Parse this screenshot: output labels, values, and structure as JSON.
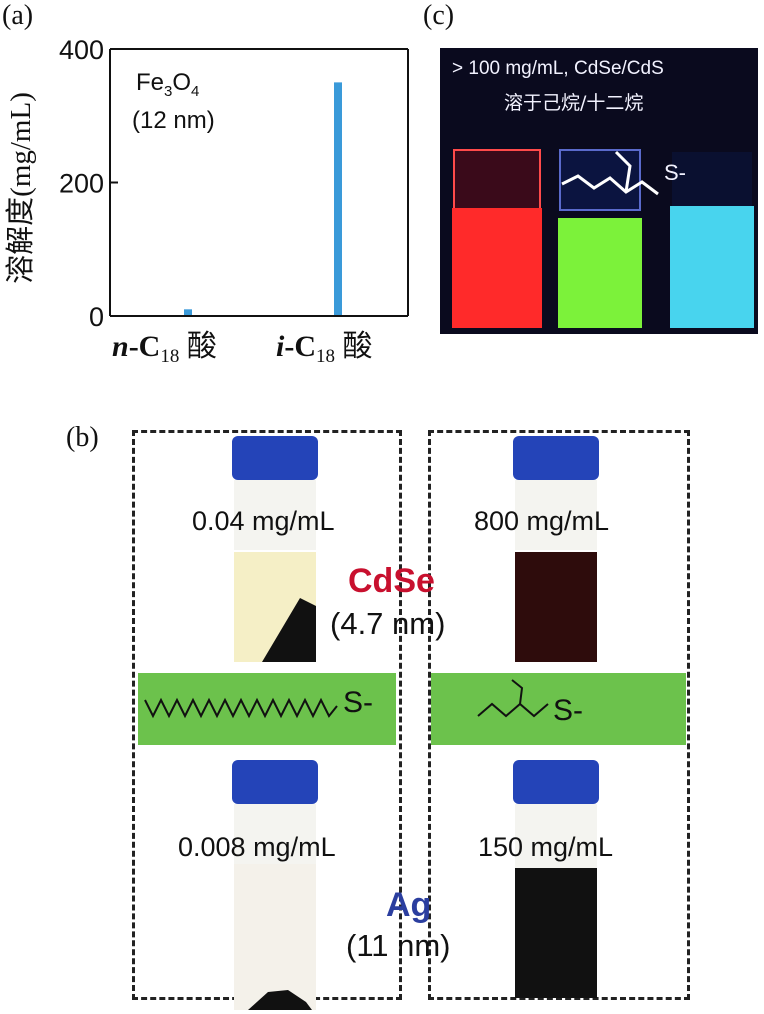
{
  "panel_a": {
    "label": "(a)",
    "annotation_main": "Fe",
    "annotation_sub1": "3",
    "annotation_mid": "O",
    "annotation_sub2": "4",
    "annotation_size": "(12 nm)",
    "ylabel": "溶解度(mg/mL)",
    "yticks": [
      "0",
      "200",
      "400"
    ],
    "cat1_prefix": "n",
    "cat1_main": "-C",
    "cat1_sub": "18",
    "cat1_suffix": " 酸",
    "cat2_prefix": "i",
    "cat2_main": "-C",
    "cat2_sub": "18",
    "cat2_suffix": " 酸",
    "bar_color": "#3a9ad9"
  },
  "chart_data": {
    "type": "bar",
    "categories": [
      "n-C18 酸",
      "i-C18 酸"
    ],
    "values": [
      10,
      350
    ],
    "ylabel": "溶解度(mg/mL)",
    "ylim": [
      0,
      400
    ],
    "yticks": [
      0,
      200,
      400
    ],
    "grid": false
  },
  "panel_c": {
    "label": "(c)",
    "line1": "> 100 mg/mL, CdSe/CdS",
    "line2": "溶于己烷/十二烷",
    "ligand": "S-",
    "vial_colors": [
      "#ff2a2a",
      "#7cf23a",
      "#48d4ee"
    ]
  },
  "panel_b": {
    "label": "(b)",
    "left": {
      "ligand": "S-",
      "cdse_conc": "0.04 mg/mL",
      "ag_conc": "0.008 mg/mL"
    },
    "right": {
      "ligand": "S-",
      "cdse_conc": "800 mg/mL",
      "ag_conc": "150 mg/mL"
    },
    "cdse_name": "CdSe",
    "cdse_size": "(4.7 nm)",
    "ag_name": "Ag",
    "ag_size": "(11 nm)",
    "cdse_color": "#c8102e",
    "ag_color": "#2b3e9f",
    "band_color": "#6cc24c",
    "cap_color": "#2444b8"
  }
}
